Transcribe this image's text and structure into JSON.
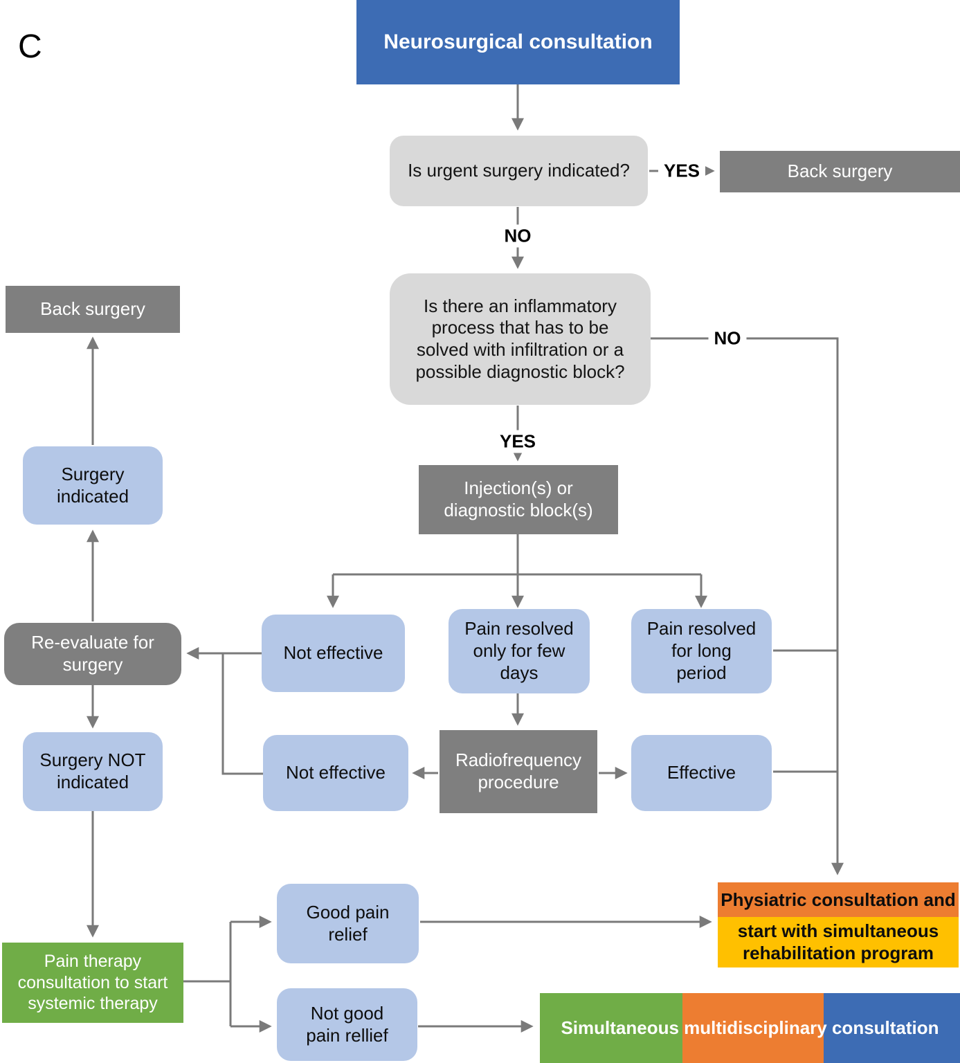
{
  "figure_label": "C",
  "nodes": {
    "neuro": {
      "label": "Neurosurgical consultation"
    },
    "urgent": {
      "label": "Is urgent surgery indicated?"
    },
    "back_surgery_top": {
      "label": "Back surgery"
    },
    "inflammatory": {
      "label": "Is there an inflammatory\nprocess that has to be\nsolved with infiltration or a\npossible diagnostic block?"
    },
    "injection": {
      "label": "Injection(s) or\ndiagnostic block(s)"
    },
    "not_effective_injection": {
      "label": "Not effective"
    },
    "pain_few_days": {
      "label": "Pain resolved\nonly for few\ndays"
    },
    "pain_long": {
      "label": "Pain resolved\nfor long\nperiod"
    },
    "radiofrequency": {
      "label": "Radiofrequency\nprocedure"
    },
    "not_effective_rf": {
      "label": "Not effective"
    },
    "effective": {
      "label": "Effective"
    },
    "back_surgery_left": {
      "label": "Back surgery"
    },
    "surgery_indicated": {
      "label": "Surgery\nindicated"
    },
    "reevaluate": {
      "label": "Re-evaluate for\nsurgery"
    },
    "surgery_not": {
      "label": "Surgery NOT\nindicated"
    },
    "pain_therapy": {
      "label": "Pain therapy\nconsultation to start\nsystemic therapy"
    },
    "good_relief": {
      "label": "Good pain\nrelief"
    },
    "not_good_relief": {
      "label": "Not good\npain rellief"
    },
    "physiatric": {
      "line1": "Physiatric consultation and",
      "line2": "start with simultaneous\nrehabilitation program"
    },
    "simultaneous": {
      "label": "Simultaneous multidisciplinary consultation"
    }
  },
  "edge_labels": {
    "yes_urgent": "YES",
    "no_urgent": "NO",
    "yes_inflammatory": "YES",
    "no_inflammatory": "NO"
  },
  "colors": {
    "header_blue": "#3d6cb4",
    "light_blue": "#b4c7e7",
    "dark_gray": "#7f7f7f",
    "light_gray": "#d9d9d9",
    "green": "#70ad47",
    "orange": "#ed7d31",
    "yellow": "#ffc000",
    "arrow_gray": "#7a7a7a"
  }
}
